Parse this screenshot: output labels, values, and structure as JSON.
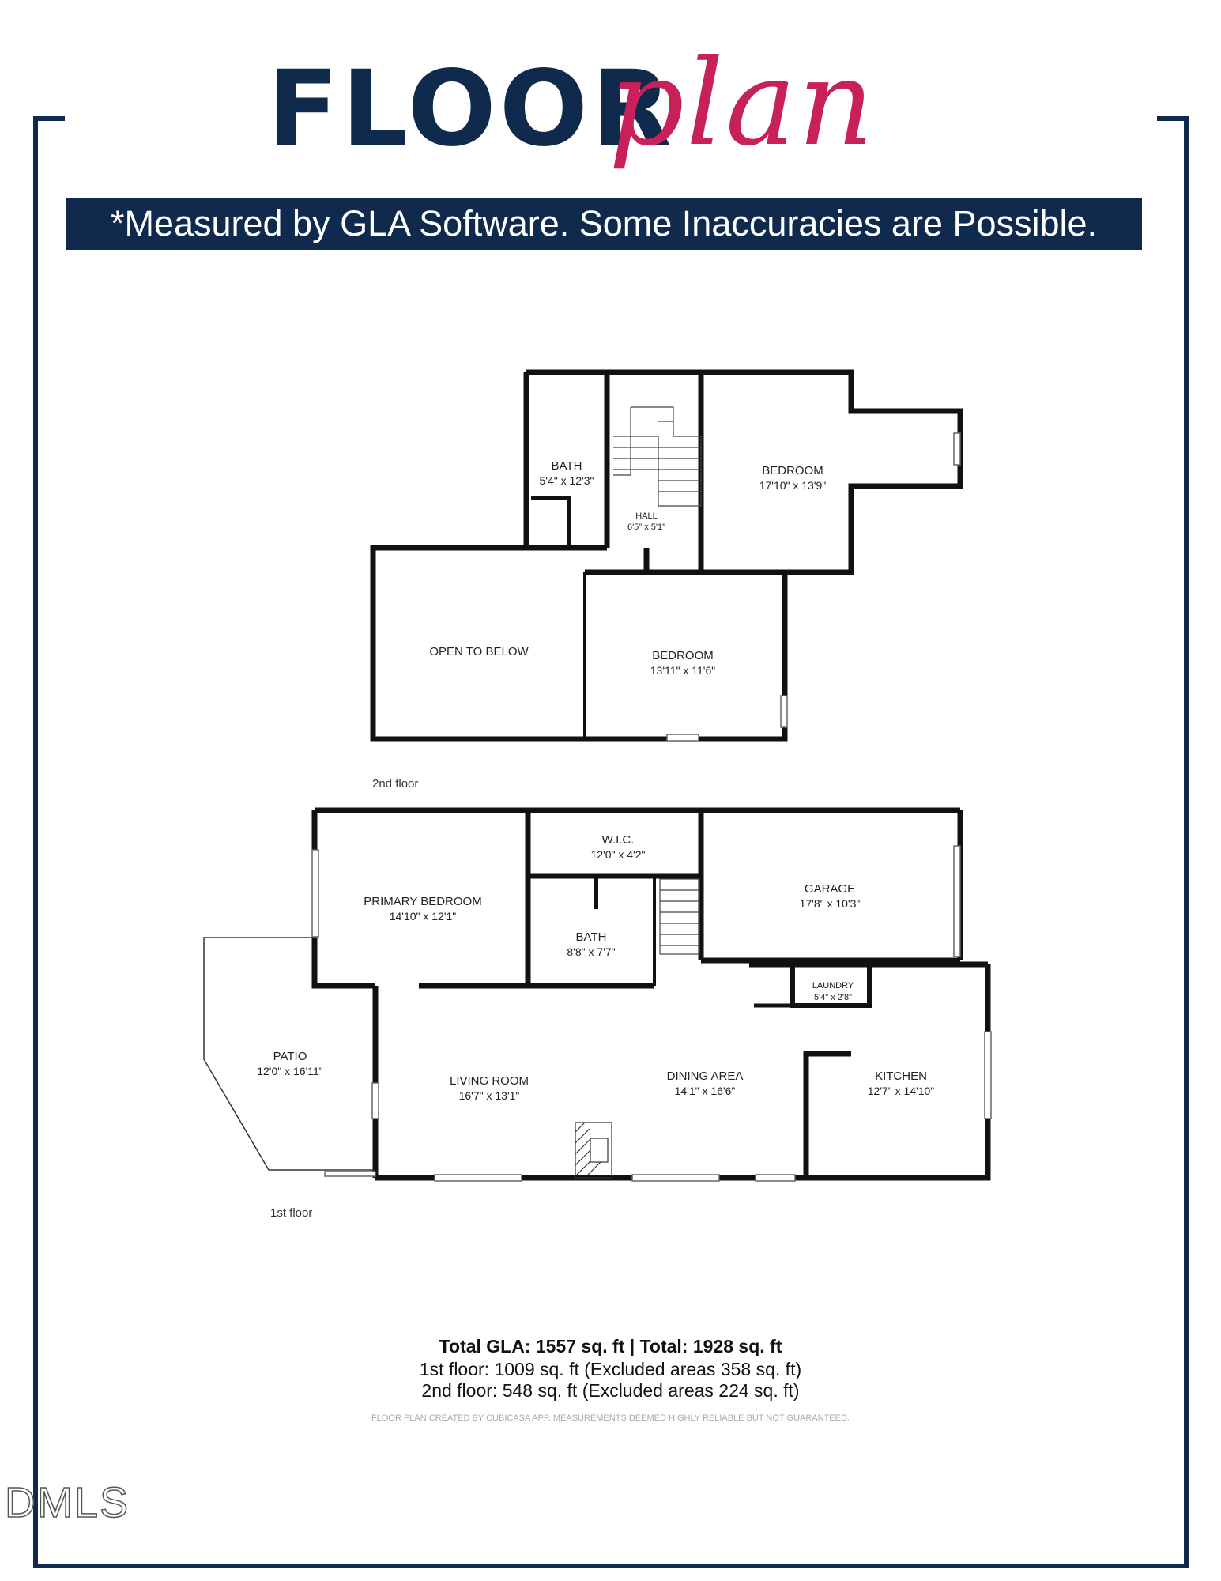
{
  "title": {
    "bold": "FLOOR",
    "script": "plan"
  },
  "banner": "*Measured by GLA Software. Some Inaccuracies are Possible.",
  "floors": {
    "second": {
      "label": "2nd floor",
      "rooms": [
        {
          "name": "BATH",
          "dim": "5'4\" x 12'3\""
        },
        {
          "name": "HALL",
          "dim": "6'5\" x 5'1\""
        },
        {
          "name": "BEDROOM",
          "dim": "17'10\" x 13'9\""
        },
        {
          "name": "OPEN TO BELOW",
          "dim": ""
        },
        {
          "name": "BEDROOM",
          "dim": "13'11\" x 11'6\""
        }
      ]
    },
    "first": {
      "label": "1st floor",
      "rooms": [
        {
          "name": "W.I.C.",
          "dim": "12'0\" x 4'2\""
        },
        {
          "name": "PRIMARY BEDROOM",
          "dim": "14'10\" x 12'1\""
        },
        {
          "name": "GARAGE",
          "dim": "17'8\" x 10'3\""
        },
        {
          "name": "BATH",
          "dim": "8'8\" x 7'7\""
        },
        {
          "name": "LAUNDRY",
          "dim": "5'4\" x 2'8\""
        },
        {
          "name": "PATIO",
          "dim": "12'0\" x 16'11\""
        },
        {
          "name": "LIVING ROOM",
          "dim": "16'7\" x 13'1\""
        },
        {
          "name": "DINING AREA",
          "dim": "14'1\" x 16'6\""
        },
        {
          "name": "KITCHEN",
          "dim": "12'7\" x 14'10\""
        }
      ]
    }
  },
  "summary": {
    "total": "Total GLA: 1557 sq. ft | Total: 1928 sq. ft",
    "line1": "1st floor: 1009 sq. ft (Excluded areas 358 sq. ft)",
    "line2": "2nd floor: 548 sq. ft (Excluded areas 224 sq. ft)",
    "credit": "FLOOR PLAN CREATED BY CUBICASA APP. MEASUREMENTS DEEMED HIGHLY RELIABLE BUT NOT GUARANTEED."
  },
  "watermark": "DMLS",
  "colors": {
    "navy": "#0f2a4d",
    "pink": "#c8205a"
  }
}
